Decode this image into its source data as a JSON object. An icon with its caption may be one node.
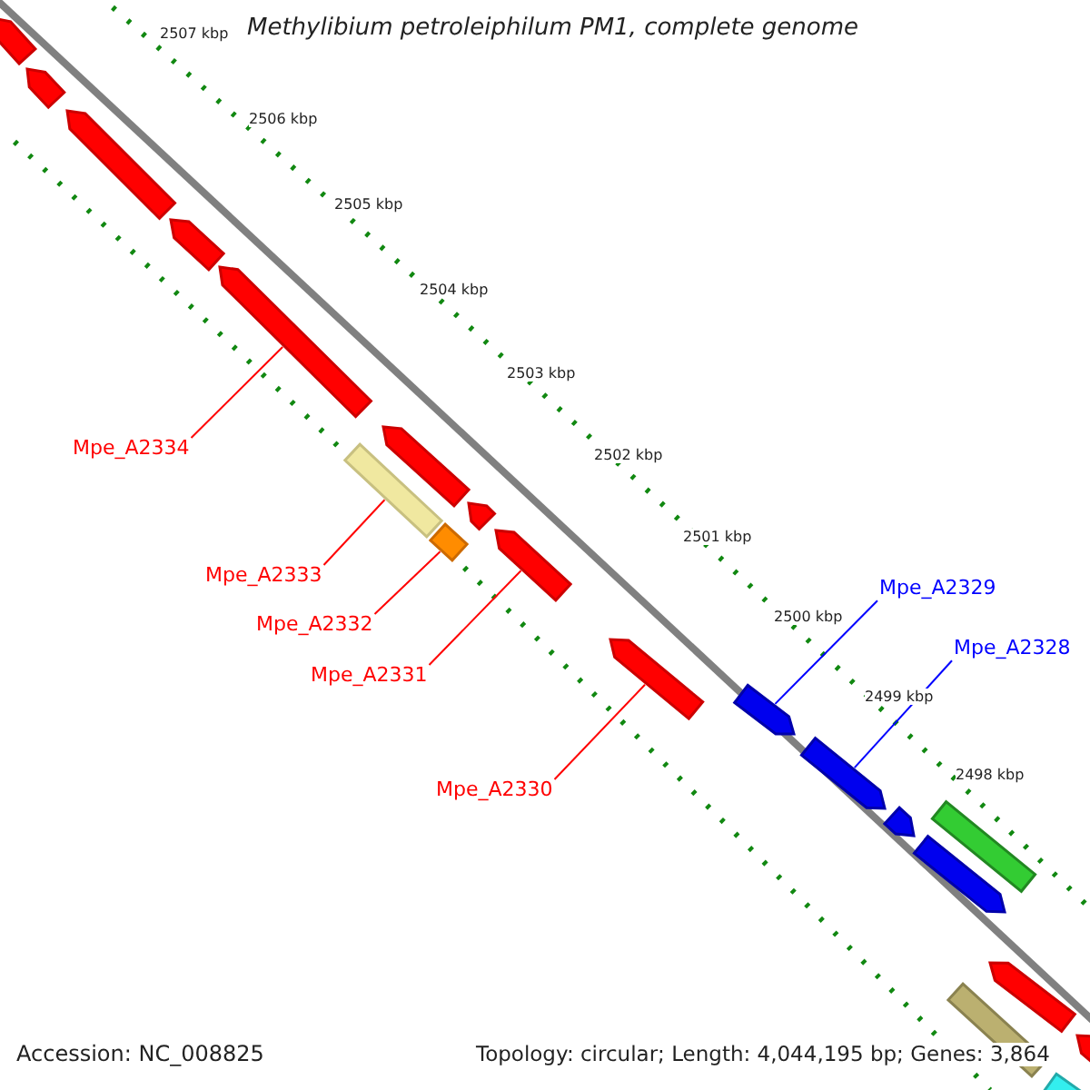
{
  "diagram": {
    "title": "Methylibium petroleiphilum PM1, complete genome",
    "nodes": [
      {
        "text": [
          "Mpe_A2334"
        ]
      },
      {
        "text": [
          "Mpe_A2333"
        ]
      },
      {
        "text": [
          "Mpe_A2332"
        ]
      },
      {
        "text": [
          "Mpe_A2331"
        ]
      },
      {
        "text": [
          "Mpe_A2330"
        ]
      },
      {
        "text": [
          "Mpe_A2329"
        ]
      },
      {
        "text": [
          "Mpe_A2328"
        ]
      },
      {
        "text": [],
        "shape": "bar"
      },
      {
        "text": [],
        "shape": "bar"
      },
      {
        "text": [],
        "shape": "bar"
      },
      {
        "text": [],
        "shape": "bar"
      },
      {
        "text": [],
        "shape": "bar"
      },
      {
        "text": [],
        "shape": "bar"
      },
      {
        "text": [],
        "shape": "bar"
      },
      {
        "text": [],
        "shape": "bar"
      },
      {
        "text": [],
        "shape": "bar"
      },
      {
        "text": [],
        "shape": "bar"
      },
      {
        "text": [],
        "shape": "bar"
      },
      {
        "text": [],
        "shape": "bar"
      },
      {
        "text": [],
        "shape": "bar"
      },
      {
        "text": [],
        "shape": "bar"
      },
      {
        "text": [],
        "shape": "bar"
      },
      {
        "text": [],
        "shape": "bar"
      },
      {
        "text": [],
        "shape": "bar"
      },
      {
        "text": [],
        "shape": "bar"
      },
      {
        "text": [],
        "shape": "bar"
      },
      {
        "text": [],
        "shape": "bar"
      }
    ],
    "edges": [
      {
        "from": 0,
        "to": 11,
        "arrow": "none"
      },
      {
        "from": 1,
        "to": 12,
        "arrow": "none"
      },
      {
        "from": 2,
        "to": 14,
        "arrow": "none"
      },
      {
        "from": 3,
        "to": 16,
        "arrow": "none"
      },
      {
        "from": 4,
        "to": 17,
        "arrow": "none"
      },
      {
        "from": 5,
        "to": 18,
        "arrow": "none",
        "color": "#0000ff"
      },
      {
        "from": 6,
        "to": 19,
        "arrow": "none",
        "color": "#0000ff"
      }
    ],
    "labels": [
      "2507 kbp",
      "2506 kbp",
      "2505 kbp",
      "2504 kbp",
      "2503 kbp",
      "2502 kbp",
      "2501 kbp",
      "2500 kbp",
      "2499 kbp",
      "2498 kbp",
      "Accession: NC_008825",
      "Topology: circular; Length: 4,044,195 bp; Genes: 3,864"
    ]
  }
}
